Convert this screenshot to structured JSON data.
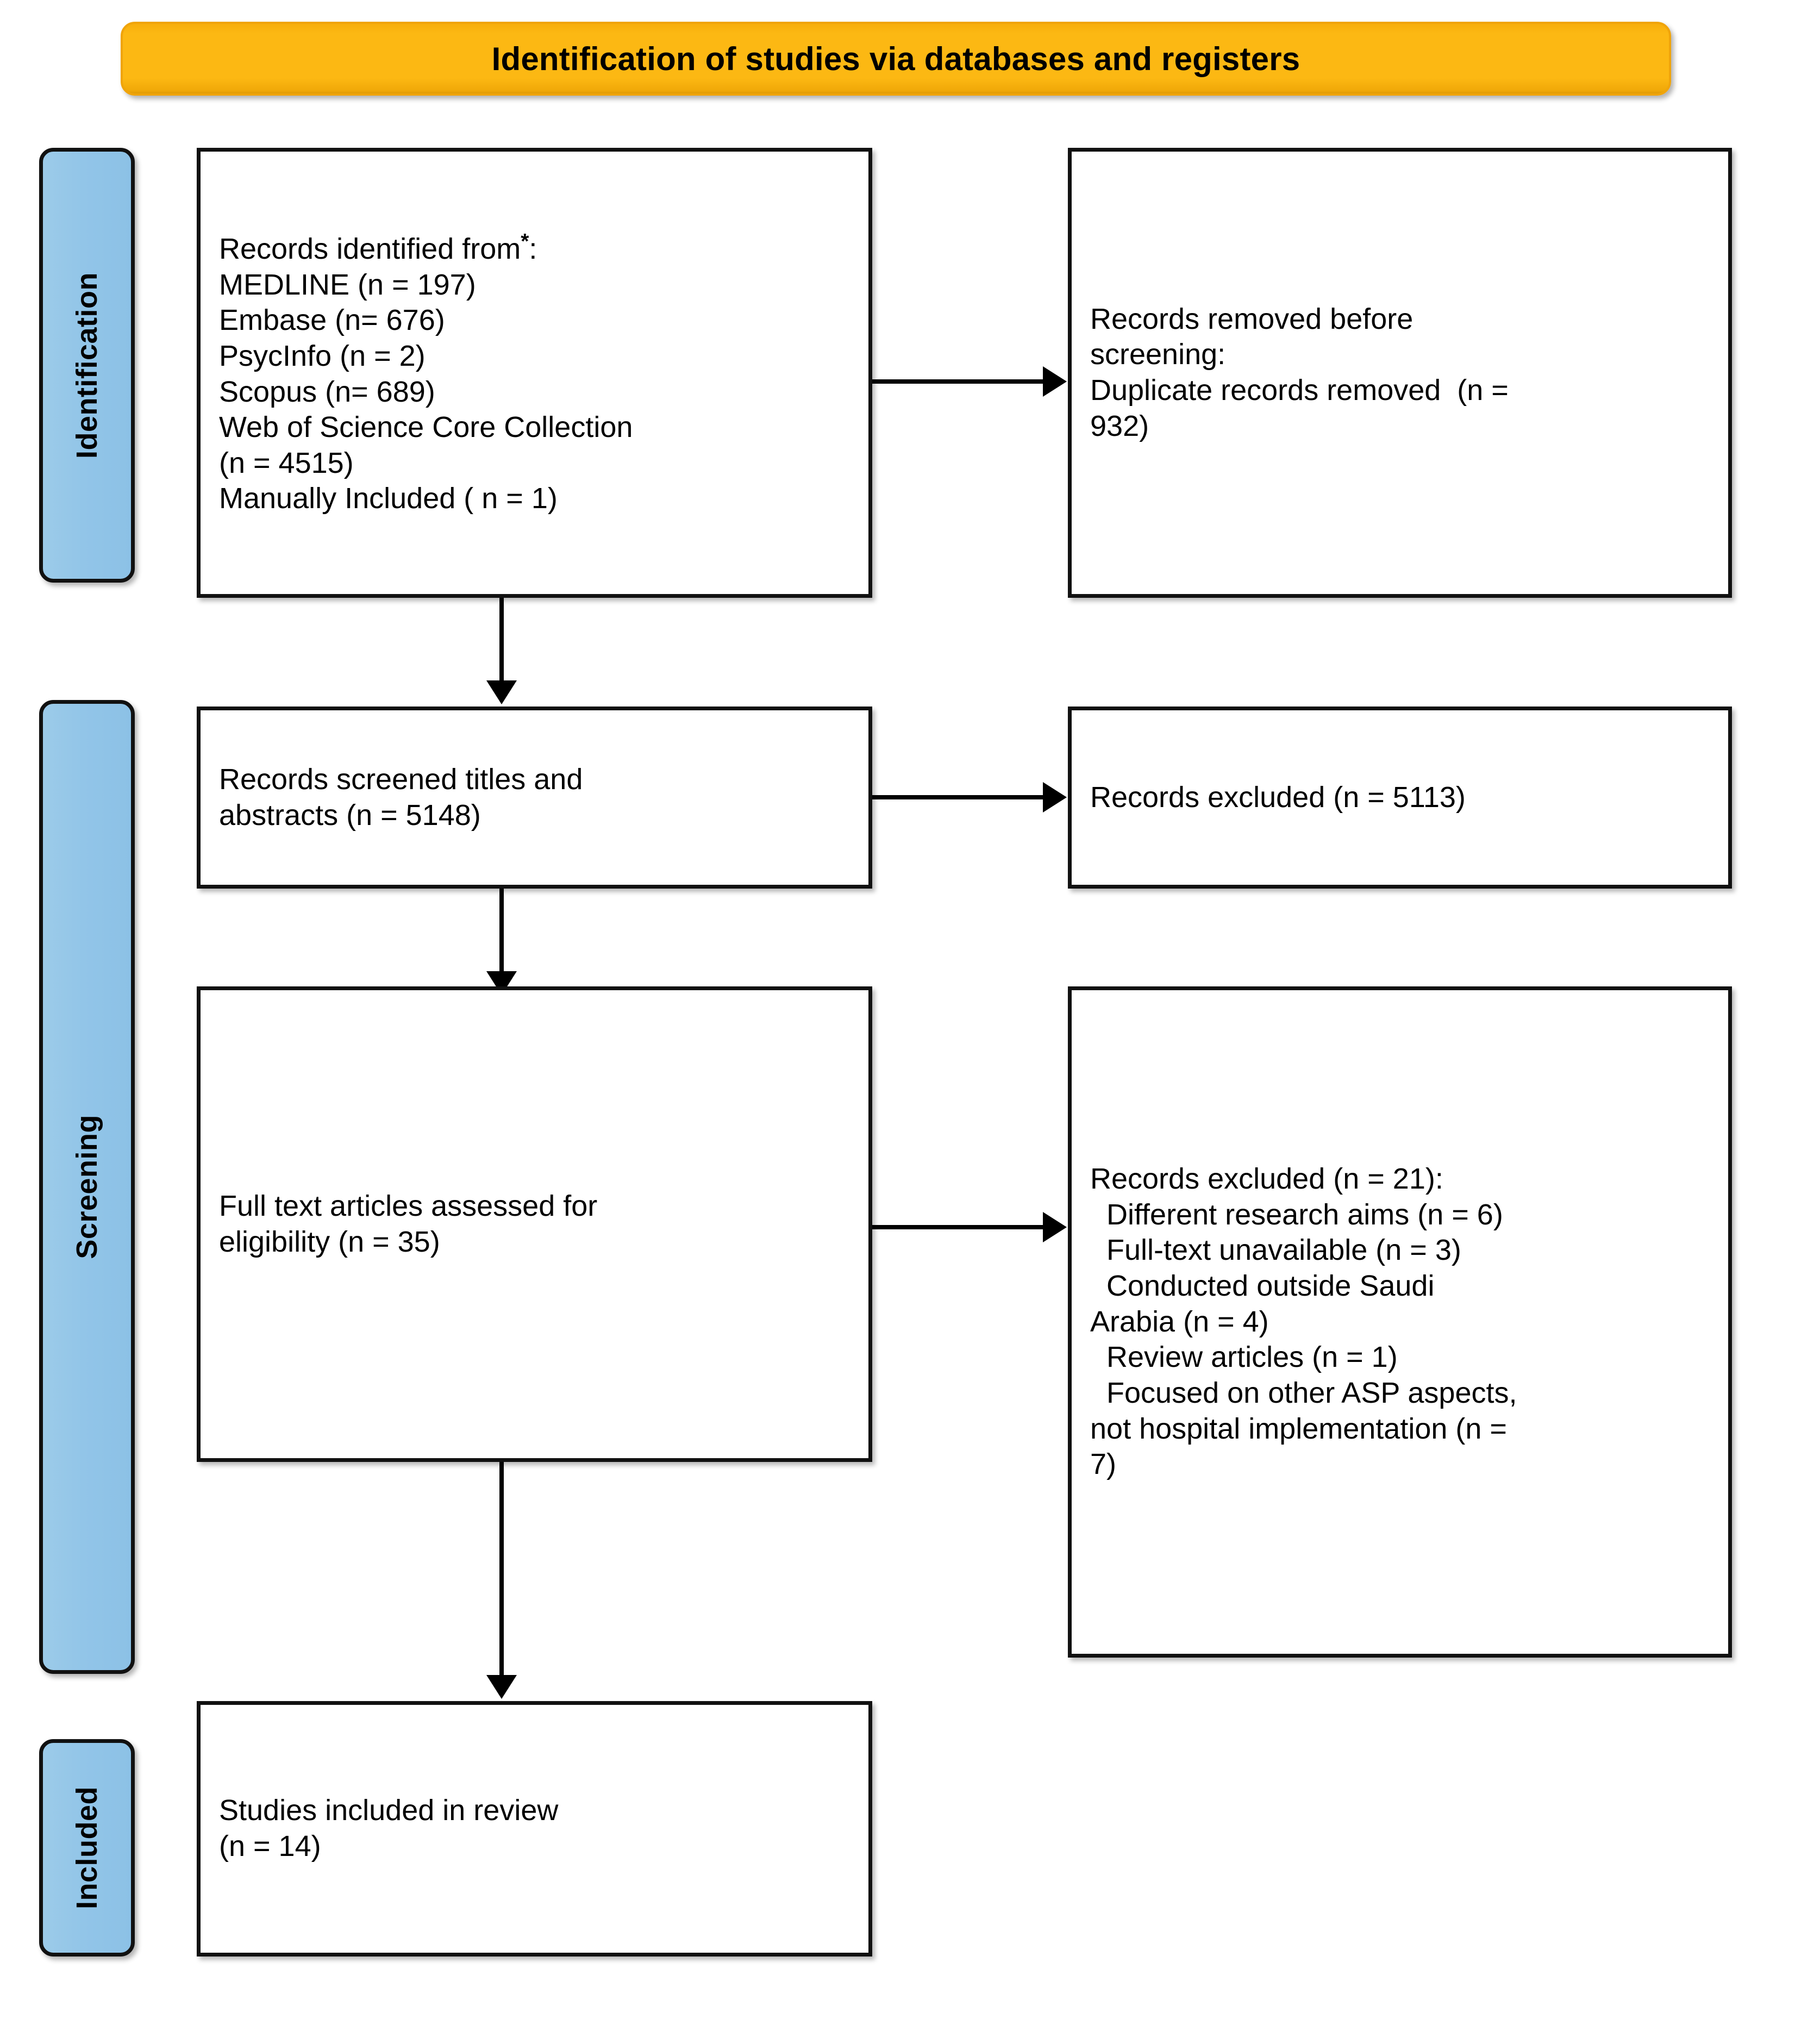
{
  "banner": {
    "title": "Identification of studies via databases and registers"
  },
  "stages": [
    {
      "id": "identification",
      "label": "Identification"
    },
    {
      "id": "screening",
      "label": "Screening"
    },
    {
      "id": "included",
      "label": "Included"
    }
  ],
  "boxes": {
    "records_identified": {
      "text": "Records identified from*:\nMEDLINE (n = 197)\nEmbase (n= 676)\nPsycInfo (n = 2)\nScopus (n= 689)\nWeb of Science Core Collection\n(n = 4515)\nManually Included ( n = 1)"
    },
    "records_removed": {
      "text": "Records removed before\nscreening:\nDuplicate records removed  (n =\n932)"
    },
    "records_screened": {
      "text": "Records screened titles and\nabstracts (n = 5148)"
    },
    "records_excluded_screening": {
      "text": "Records excluded (n = 5113)"
    },
    "fulltext_assessed": {
      "text": "Full text articles assessed for\neligibility (n = 35)"
    },
    "records_excluded_eligibility": {
      "text": "Records excluded (n = 21):\n  Different research aims (n = 6)\n  Full-text unavailable (n = 3)\n  Conducted outside Saudi\nArabia (n = 4)\n  Review articles (n = 1)\n  Focused on other ASP aspects,\nnot hospital implementation (n =\n7)"
    },
    "studies_included": {
      "text": "Studies included in review\n(n = 14)"
    }
  },
  "colors": {
    "banner_fill": "#fcb813",
    "stage_fill": "#92c5e8",
    "box_border": "#111111",
    "arrow": "#000000",
    "text": "#000000"
  },
  "counts": {
    "medline": 197,
    "embase": 676,
    "psycinfo": 2,
    "scopus": 689,
    "web_of_science": 4515,
    "manually_included": 1,
    "duplicates_removed": 932,
    "screened": 5148,
    "excluded_screening": 5113,
    "fulltext_assessed": 35,
    "excluded_eligibility": 21,
    "different_research_aims": 6,
    "fulltext_unavailable": 3,
    "outside_saudi_arabia": 4,
    "review_articles": 1,
    "other_asp_aspects": 7,
    "studies_included": 14
  }
}
